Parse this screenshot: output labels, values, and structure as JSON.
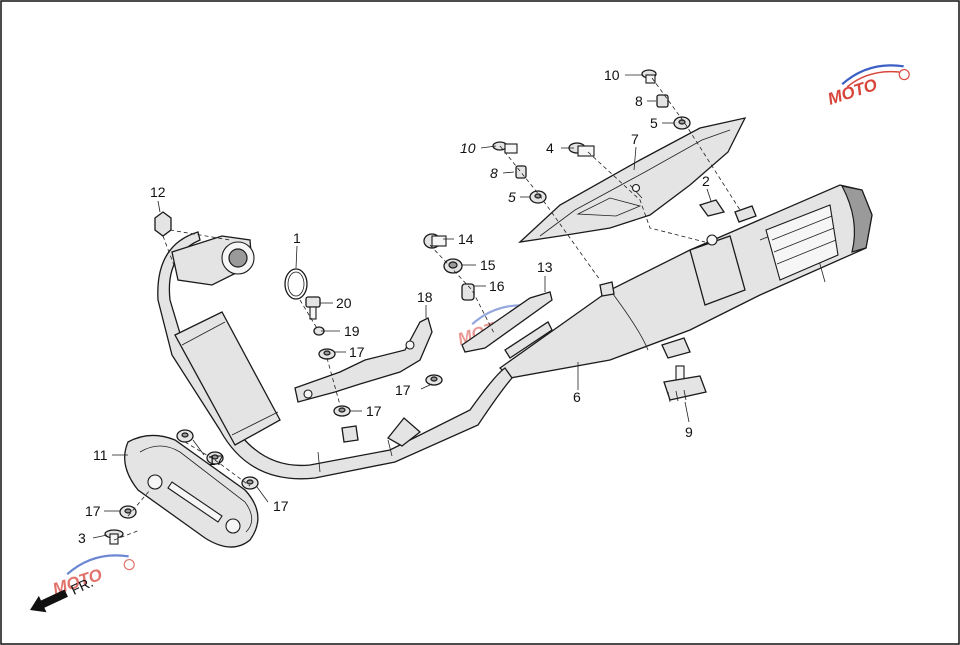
{
  "front_label": "FR.",
  "watermark": {
    "brand_text": "MOTO",
    "colors": {
      "red": "#d8453b",
      "blue": "#3b5fc4"
    }
  },
  "callouts": [
    {
      "id": "c1",
      "label": "1"
    },
    {
      "id": "c2",
      "label": "2"
    },
    {
      "id": "c3",
      "label": "3"
    },
    {
      "id": "c4",
      "label": "4"
    },
    {
      "id": "c5a",
      "label": "5"
    },
    {
      "id": "c5b",
      "label": "5"
    },
    {
      "id": "c6",
      "label": "6"
    },
    {
      "id": "c7",
      "label": "7"
    },
    {
      "id": "c8a",
      "label": "8"
    },
    {
      "id": "c8b",
      "label": "8"
    },
    {
      "id": "c9",
      "label": "9"
    },
    {
      "id": "c10a",
      "label": "10"
    },
    {
      "id": "c10b",
      "label": "10"
    },
    {
      "id": "c11",
      "label": "11"
    },
    {
      "id": "c12",
      "label": "12"
    },
    {
      "id": "c13",
      "label": "13"
    },
    {
      "id": "c14",
      "label": "14"
    },
    {
      "id": "c15",
      "label": "15"
    },
    {
      "id": "c16",
      "label": "16"
    },
    {
      "id": "c17a",
      "label": "17"
    },
    {
      "id": "c17b",
      "label": "17"
    },
    {
      "id": "c17c",
      "label": "17"
    },
    {
      "id": "c17d",
      "label": "17"
    },
    {
      "id": "c17e",
      "label": "17"
    },
    {
      "id": "c17f",
      "label": "17"
    },
    {
      "id": "c18",
      "label": "18"
    },
    {
      "id": "c19",
      "label": "19"
    },
    {
      "id": "c20",
      "label": "20"
    }
  ]
}
